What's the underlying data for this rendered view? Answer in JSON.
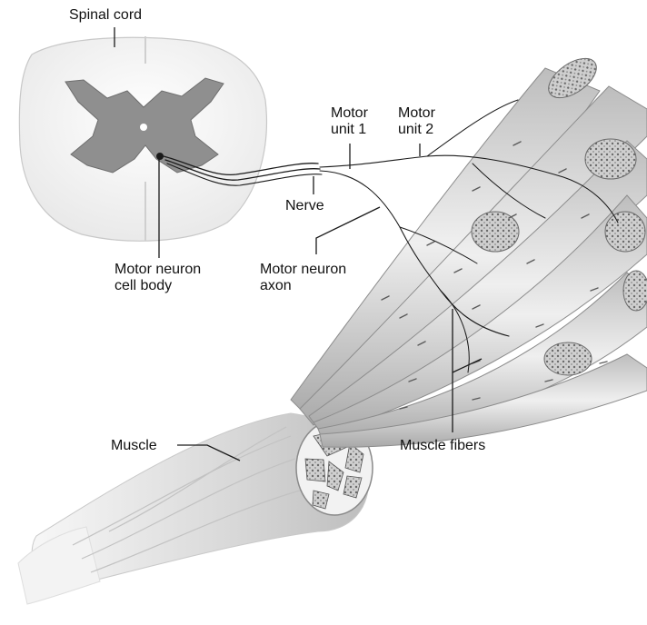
{
  "colors": {
    "gray_matter": "#8f8f8f",
    "white_matter": "#f6f6f6",
    "line": "#1a1a1a",
    "muscle_tint": "#d4d4d4"
  },
  "labels": {
    "spinal_cord": "Spinal cord",
    "motor_unit_1": [
      "Motor",
      "unit 1"
    ],
    "motor_unit_2": [
      "Motor",
      "unit 2"
    ],
    "nerve": "Nerve",
    "motor_neuron_cell_body": [
      "Motor neuron",
      "cell body"
    ],
    "motor_neuron_axon": [
      "Motor neuron",
      "axon"
    ],
    "muscle": "Muscle",
    "muscle_fibers": "Muscle fibers"
  }
}
